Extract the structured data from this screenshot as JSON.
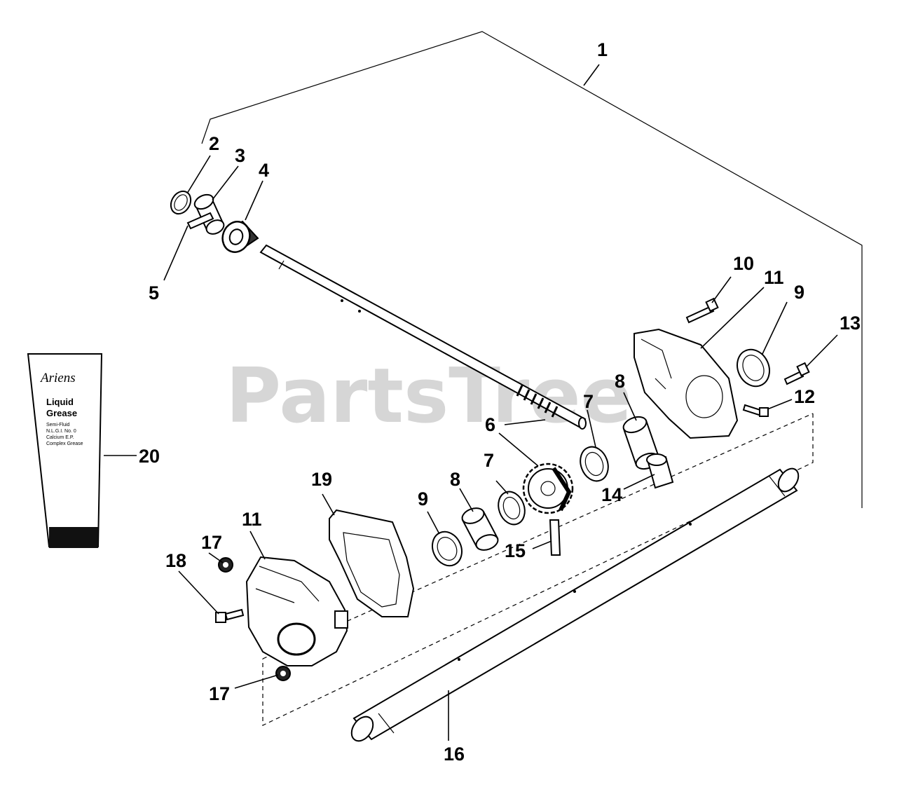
{
  "watermark": "PartsTree",
  "grease_tube": {
    "brand": "Ariens",
    "title_line1": "Liquid",
    "title_line2": "Grease",
    "fine_print": [
      "Semi-Fluid",
      "N.L.G.I. No. 0",
      "Calcium E.P.",
      "Complex Grease"
    ]
  },
  "callouts": {
    "c1": "1",
    "c2": "2",
    "c3": "3",
    "c4": "4",
    "c5": "5",
    "c6": "6",
    "c7a": "7",
    "c7b": "7",
    "c8a": "8",
    "c8b": "8",
    "c9a": "9",
    "c9b": "9",
    "c10": "10",
    "c11a": "11",
    "c11b": "11",
    "c12": "12",
    "c13": "13",
    "c14": "14",
    "c15": "15",
    "c16": "16",
    "c17a": "17",
    "c17b": "17",
    "c18": "18",
    "c19": "19",
    "c20": "20"
  }
}
